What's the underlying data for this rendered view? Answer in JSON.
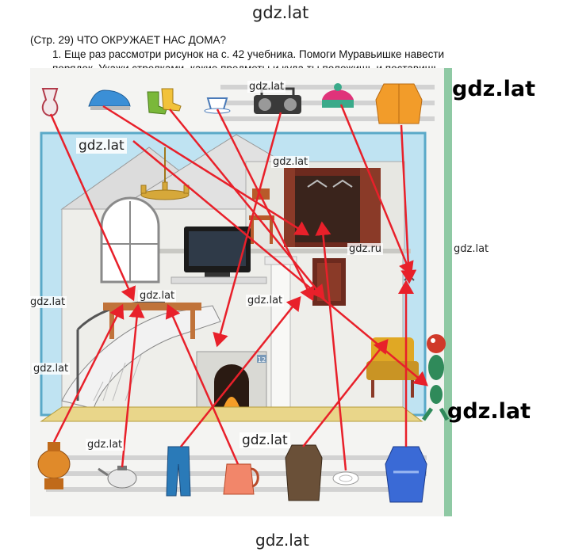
{
  "watermark": "gdz.lat",
  "watermark_alt": "gdz.ru",
  "page_ref": "(Стр. 29) ЧТО ОКРУЖАЕТ НАС ДОМА?",
  "task": {
    "line1": "1.  Еще раз рассмотри рисунок на с. 42 учебника. Помоги Муравьишке навести",
    "line2": "порядок. Укажи стрелками, какие предметы и куда ты положишь и поставишь."
  },
  "house_number": "12",
  "colors": {
    "arrow": "#e8202a",
    "sky": "#bfe3f2",
    "wall": "#eeeeea",
    "floor": "#e9d68a",
    "roof": "#d9d9d9",
    "wood": "#b85a2a",
    "dark_wood": "#6d2a1e",
    "border_green": "#8fc9a4"
  },
  "items_top": [
    "jug-icon",
    "iron-icon",
    "socks-icon",
    "cup-icon",
    "radio-icon",
    "hat-icon",
    "coat-icon"
  ],
  "items_bottom": [
    "samovar-icon",
    "teapot-icon",
    "jeans-icon",
    "kettle-icon",
    "overcoat-icon",
    "plate-icon",
    "bathrobe-icon"
  ]
}
